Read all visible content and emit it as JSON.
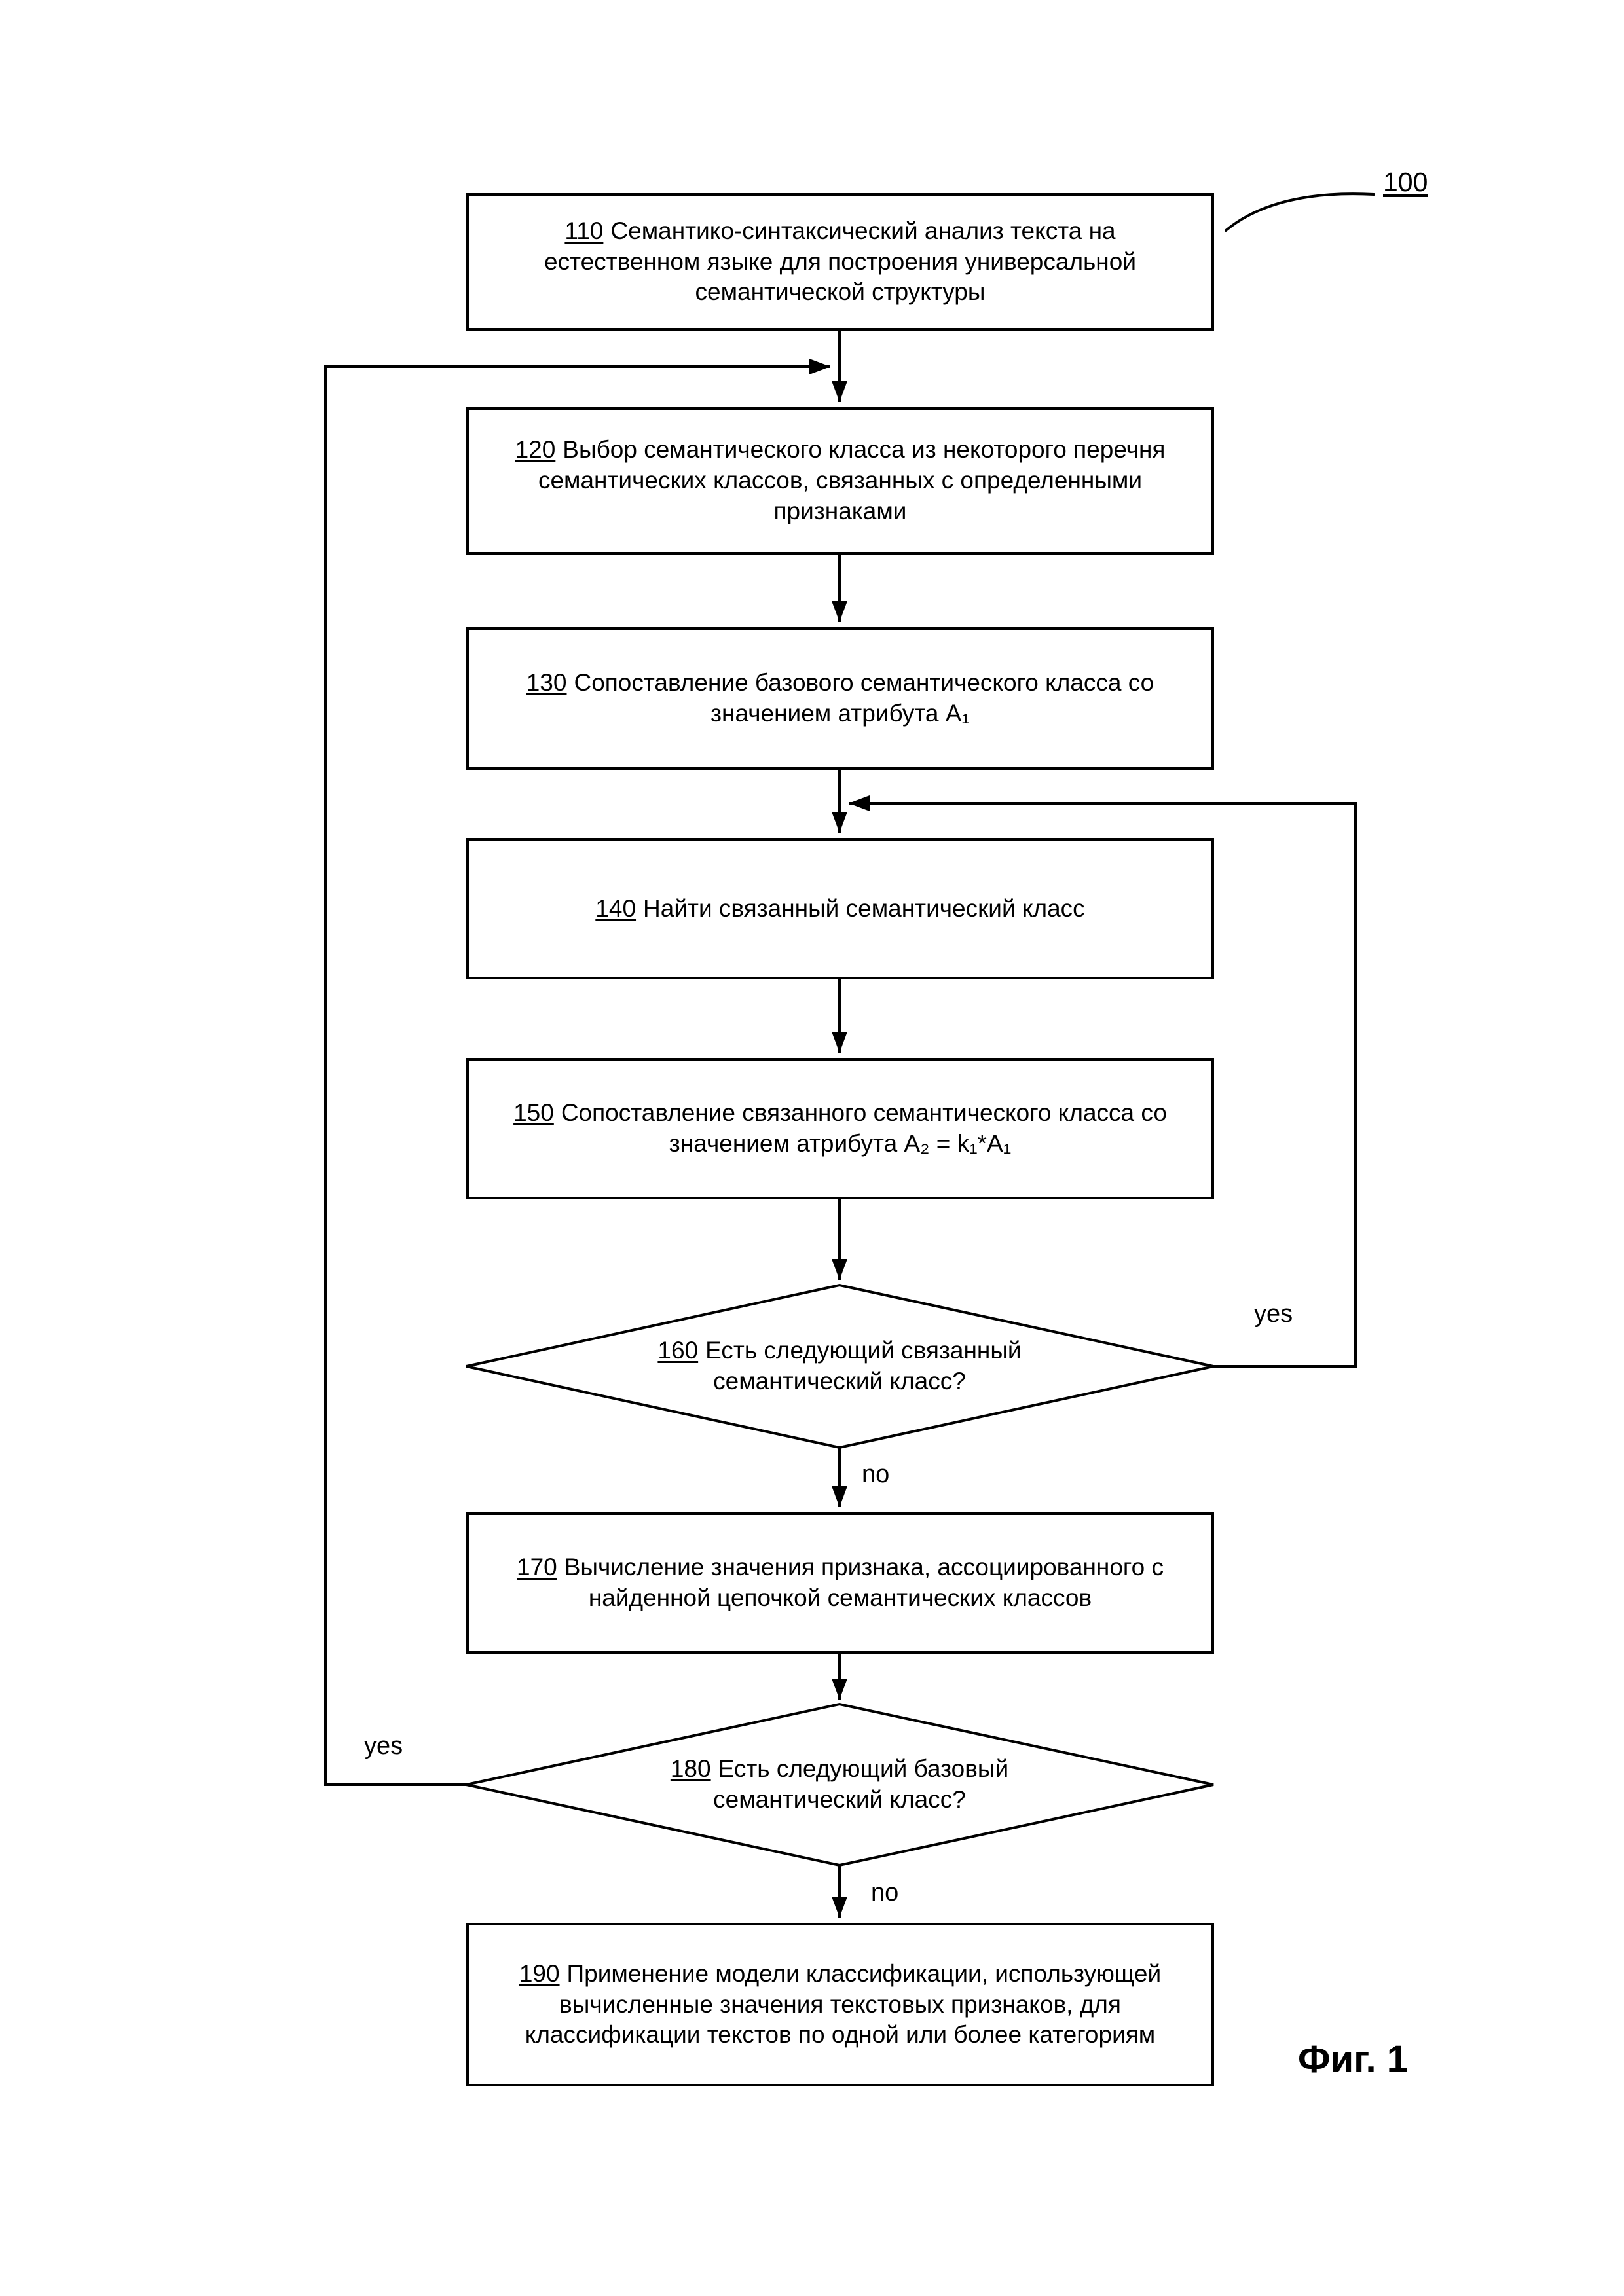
{
  "figure": {
    "reference_number": "100",
    "caption": "Фиг. 1"
  },
  "nodes": [
    {
      "id": "110",
      "type": "process",
      "text": "Семантико-синтаксический анализ текста на естественном языке для построения универсальной семантической структуры"
    },
    {
      "id": "120",
      "type": "process",
      "text": "Выбор семантического класса из некоторого перечня семантических классов, связанных с определенными признаками"
    },
    {
      "id": "130",
      "type": "process",
      "text": "Сопоставление базового семантического класса со значением атрибута A₁"
    },
    {
      "id": "140",
      "type": "process",
      "text": "Найти связанный семантический класс"
    },
    {
      "id": "150",
      "type": "process",
      "text": "Сопоставление связанного семантического класса со значением атрибута A₂ = k₁*A₁"
    },
    {
      "id": "160",
      "type": "decision",
      "text": "Есть следующий связанный семантический класс?"
    },
    {
      "id": "170",
      "type": "process",
      "text": "Вычисление значения признака, ассоциированного с найденной цепочкой семантических классов"
    },
    {
      "id": "180",
      "type": "decision",
      "text": "Есть следующий базовый семантический класс?"
    },
    {
      "id": "190",
      "type": "process",
      "text": "Применение модели классификации, использующей вычисленные значения текстовых признаков, для классификации текстов по одной или более категориям"
    }
  ],
  "edge_labels": {
    "loop_160_yes": "yes",
    "after_160_no": "no",
    "loop_180_yes": "yes",
    "after_180_no": "no"
  },
  "colors": {
    "line": "#000000",
    "background": "#ffffff"
  }
}
